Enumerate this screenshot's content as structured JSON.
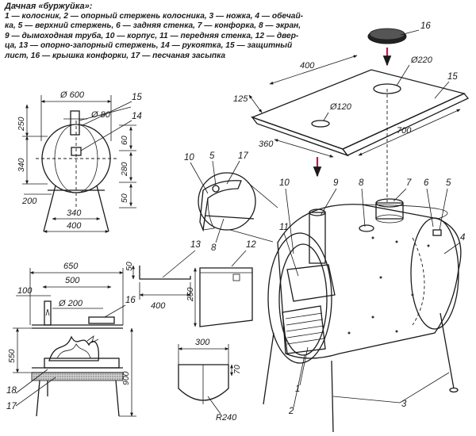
{
  "legend": {
    "title": "Дачная «буржуйка»:",
    "line1": "1 — колосник, 2 — опорный стержень колосника, 3 — ножка, 4 — обечай-",
    "line2": "ка, 5 — верхний стержень, 6 — задняя стенка, 7 — конфорка, 8 — экран,",
    "line3": "9 — дымоходная труба, 10 — корпус, 11 — передняя стенка, 12 — двер-",
    "line4": "ца, 13 — опорно-запорный стержень, 14 — рукоятка, 15 — защитный",
    "line5": "лист, 16 — крышка конфорки, 17 — песчаная засыпка"
  },
  "front_view": {
    "dia_top": "Ø 600",
    "dia_pipe": "Ø 80",
    "h_250": "250",
    "h_340": "340",
    "h_200": "200",
    "r_60": "60",
    "r_280": "280",
    "r_50": "50",
    "w_340": "340",
    "w_400": "400",
    "c15": "15",
    "c14": "14"
  },
  "side_view": {
    "w_650": "650",
    "w_500": "500",
    "w_100": "100",
    "dia_200": "Ø 200",
    "h_550": "550",
    "h_900": "900",
    "c16": "16",
    "c18": "18",
    "c17": "17"
  },
  "rod": {
    "c13": "13",
    "d50": "50",
    "d400": "400"
  },
  "door": {
    "c12": "12",
    "d250": "250"
  },
  "grate": {
    "d300": "300",
    "d70": "70",
    "r240": "R240"
  },
  "shield": {
    "c16": "16",
    "c15": "15",
    "d400": "400",
    "d125": "125",
    "d360": "360",
    "d700": "700",
    "dia220": "Ø220",
    "dia120": "Ø120"
  },
  "detail": {
    "c10": "10",
    "c5": "5",
    "c17": "17",
    "c8": "8"
  },
  "main": {
    "c10": "10",
    "c9": "9",
    "c8": "8",
    "c7": "7",
    "c6": "6",
    "c5": "5",
    "c4": "4",
    "c11": "11",
    "c1": "1",
    "c2": "2",
    "c3": "3"
  }
}
